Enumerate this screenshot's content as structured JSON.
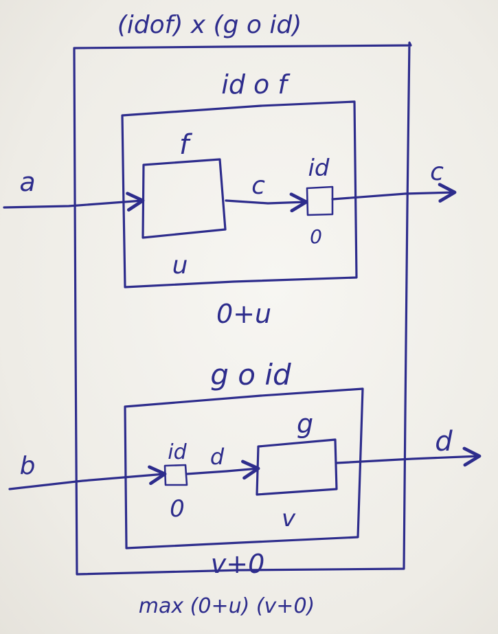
{
  "colors": {
    "ink": "#2d2c8c",
    "paper": "#f1efea"
  },
  "diagram": {
    "outer": {
      "title": "(idof) x (g o id)",
      "footer": "max (0+u) (v+0)"
    },
    "top_box": {
      "title": "id o f",
      "footer": "0+u",
      "f_block": {
        "label": "f",
        "sub": "u"
      },
      "id_block": {
        "label": "id",
        "sub": "0"
      },
      "wires": {
        "input": "a",
        "middle": "c",
        "output": "c"
      }
    },
    "bottom_box": {
      "title": "g o id",
      "footer": "v+0",
      "id_block": {
        "label": "id",
        "sub": "0"
      },
      "g_block": {
        "label": "g",
        "sub": "v"
      },
      "wires": {
        "input": "b",
        "middle": "d",
        "output": "d"
      }
    }
  }
}
